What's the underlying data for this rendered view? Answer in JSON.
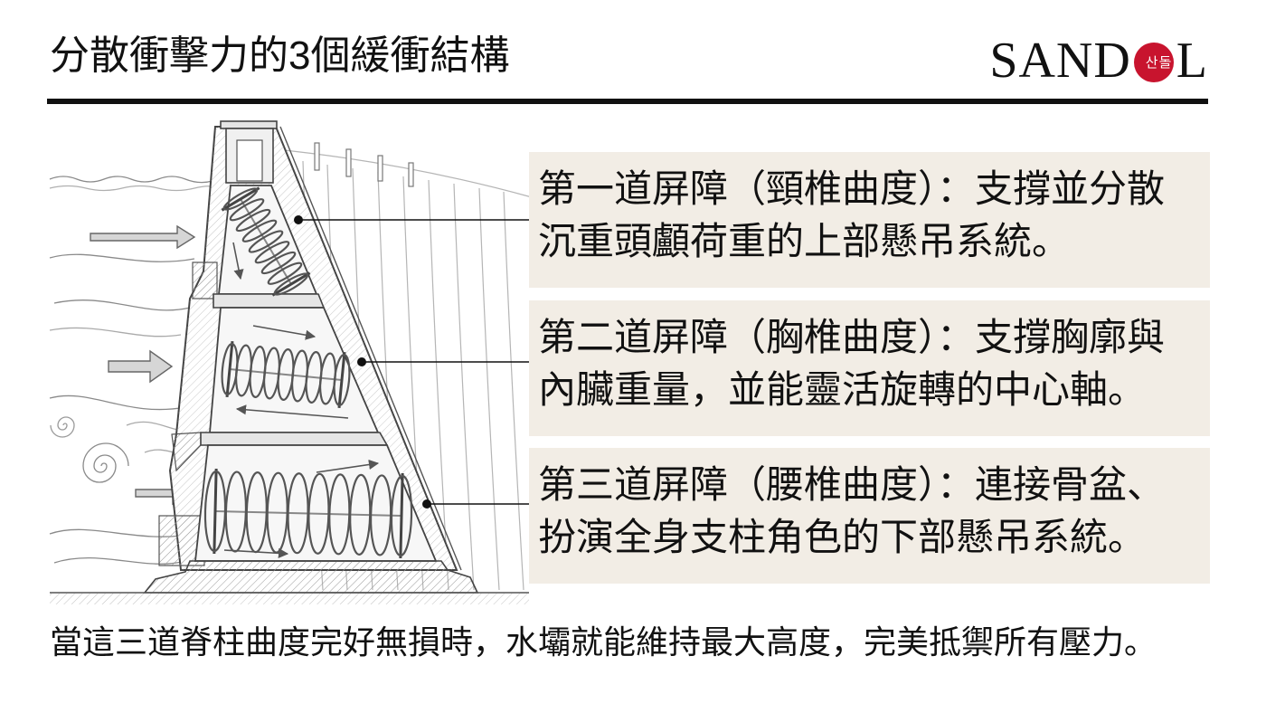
{
  "title": "分散衝擊力的3個緩衝結構",
  "logo": {
    "left": "SAND",
    "seal": "산돌",
    "right": "L"
  },
  "barriers": [
    {
      "lines": [
        "第一道屏障（頸椎曲度）：支撐並分散",
        "沉重頭顱荷重的上部懸吊系統。"
      ]
    },
    {
      "lines": [
        "第二道屏障（胸椎曲度）：支撐胸廓與",
        "內臟重量，並能靈活旋轉的中心軸。"
      ]
    },
    {
      "lines": [
        "第三道屏障（腰椎曲度）：連接骨盆、",
        "扮演全身支柱角色的下部懸吊系統。"
      ]
    }
  ],
  "caption": "當這三道脊柱曲度完好無損時，水壩就能維持最大高度，完美抵禦所有壓力。",
  "colors": {
    "text": "#111111",
    "box_background": "#f2ede5",
    "seal": "#c8142e",
    "sketch_stroke": "#555555"
  }
}
